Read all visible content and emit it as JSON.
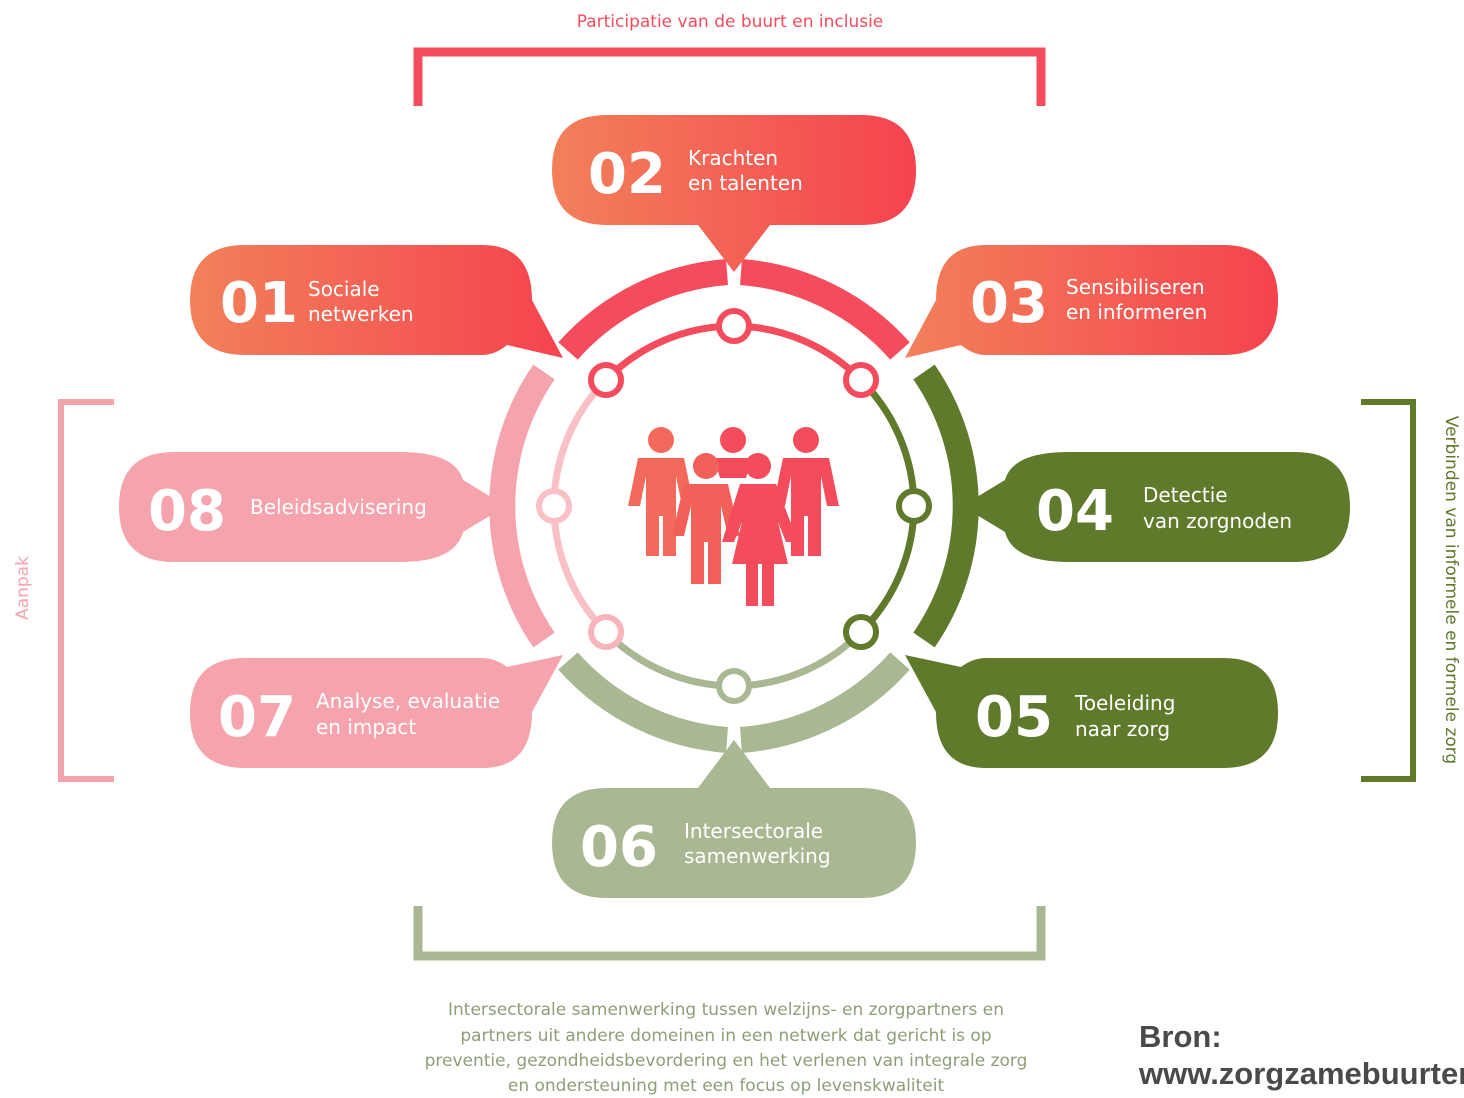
{
  "colors": {
    "red": "#f44c5c",
    "orange_red": "#f2795a",
    "pink": "#f5a3ac",
    "light_pink": "#f9c0c6",
    "olive": "#5f7a2b",
    "sage": "#a9b892",
    "white": "#ffffff"
  },
  "brackets": {
    "top": "Participatie van de buurt en inclusie",
    "left": "Aanpak",
    "right": "Verbinden van informele en formele zorg",
    "bottom": [
      "Intersectorale samenwerking tussen welzijns- en zorgpartners en",
      "partners uit andere domeinen in een netwerk dat gericht is op",
      "preventie, gezondheidsbevordering en het verlenen van integrale zorg",
      "en ondersteuning met een focus op levenskwaliteit"
    ]
  },
  "steps": [
    {
      "num": "01",
      "line1": "Sociale",
      "line2": "netwerken"
    },
    {
      "num": "02",
      "line1": "Krachten",
      "line2": "en talenten"
    },
    {
      "num": "03",
      "line1": "Sensibiliseren",
      "line2": "en informeren"
    },
    {
      "num": "04",
      "line1": "Detectie",
      "line2": "van zorgnoden"
    },
    {
      "num": "05",
      "line1": "Toeleiding",
      "line2": "naar zorg"
    },
    {
      "num": "06",
      "line1": "Intersectorale",
      "line2": "samenwerking"
    },
    {
      "num": "07",
      "line1": "Analyse, evaluatie",
      "line2": "en impact"
    },
    {
      "num": "08",
      "line1": "Beleidsadvisering",
      "line2": ""
    }
  ],
  "center_icon": "people-group-icon",
  "source": {
    "label": "Bron:",
    "url": "www.zorgzamebuurten.be"
  }
}
